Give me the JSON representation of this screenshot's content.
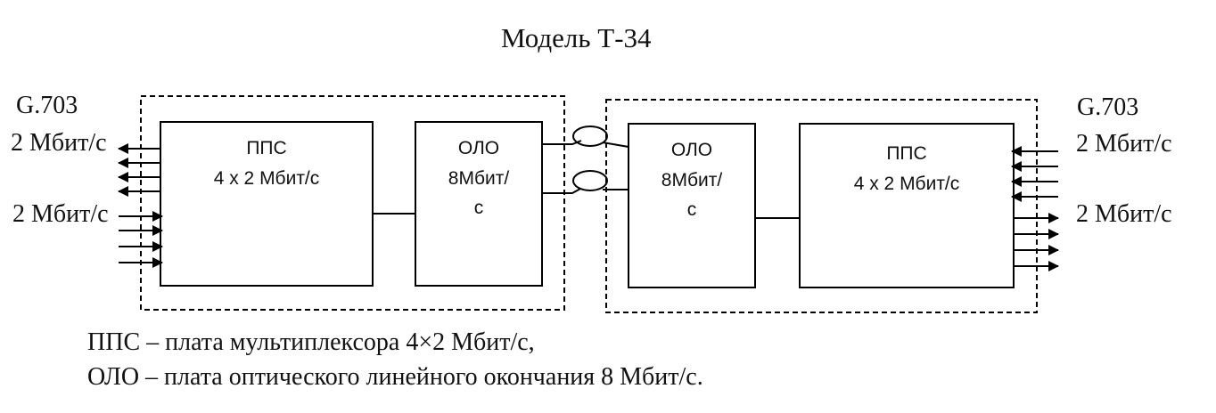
{
  "title": "Модель Т-34",
  "left_side": {
    "standard": "G.703",
    "out_label": "2 Мбит/с",
    "in_label": "2 Мбит/с"
  },
  "right_side": {
    "standard": "G.703",
    "in_label": "2 Мбит/с",
    "out_label": "2 Мбит/с"
  },
  "blocks": {
    "pps_left": {
      "line1": "ППС",
      "line2": "4 х 2 Мбит/с"
    },
    "olo_left": {
      "line1": "ОЛО",
      "line2": "8Мбит/",
      "line3": "с"
    },
    "olo_right": {
      "line1": "ОЛО",
      "line2": "8Мбит/",
      "line3": "с"
    },
    "pps_right": {
      "line1": "ППС",
      "line2": "4 х 2 Мбит/с"
    }
  },
  "legend": {
    "line1": "ППС – плата мультиплексора 4×2 Мбит/с,",
    "line2": "ОЛО – плата оптического линейного окончания 8 Мбит/с."
  }
}
